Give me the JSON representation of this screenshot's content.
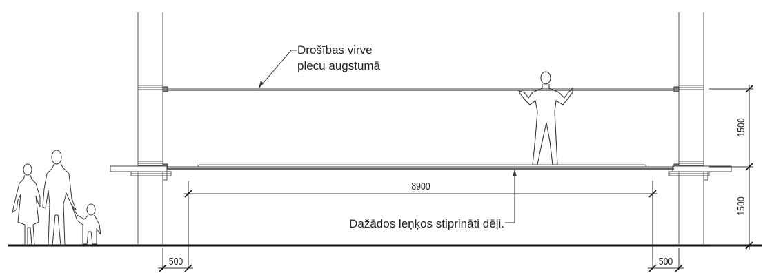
{
  "annotations": {
    "rope_line1": "Drošības virve",
    "rope_line2": "plecu augstumā",
    "boards": "Dažādos leņķos stiprināti dēļi."
  },
  "dimensions": {
    "span": "8900",
    "left_offset": "500",
    "right_offset": "500",
    "upper_height": "1500",
    "lower_height": "1500"
  }
}
